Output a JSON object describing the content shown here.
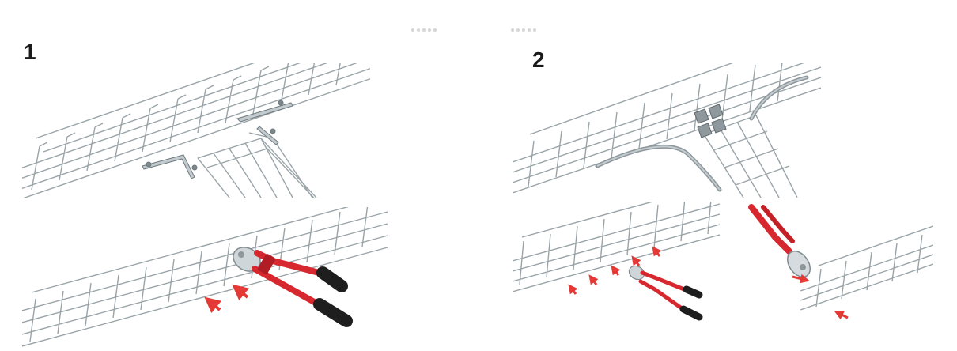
{
  "steps": [
    {
      "number": "1"
    },
    {
      "number": "2"
    }
  ],
  "colors": {
    "wire": "#9aa4a8",
    "wire_dark": "#6f7a7f",
    "tool_red": "#d7282f",
    "handle_black": "#1e1e1e",
    "arrow_red": "#e53935",
    "metal": "#b9c2c6"
  },
  "icons": [
    "cable-tray-illustration",
    "bolt-cutter-icon",
    "arrow-icon",
    "connector-plate-icon"
  ]
}
